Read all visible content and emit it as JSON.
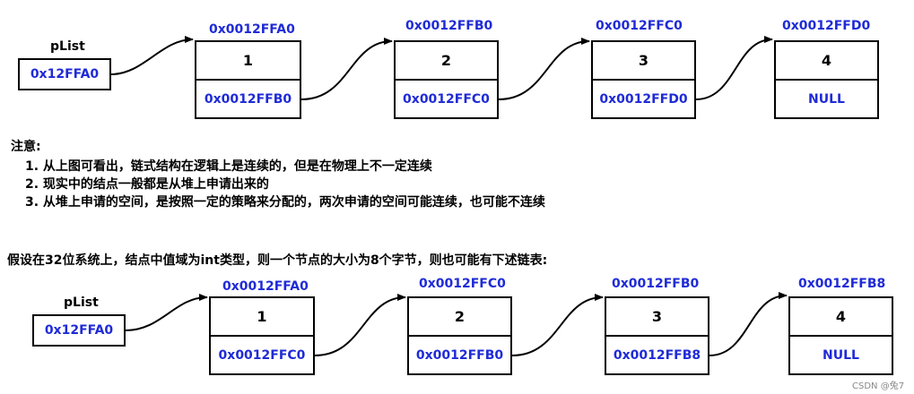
{
  "diagram1": {
    "plist_label": "pList",
    "plist_value": "0x12FFA0",
    "nodes": [
      {
        "addr": "0x0012FFA0",
        "value": "1",
        "next": "0x0012FFB0"
      },
      {
        "addr": "0x0012FFB0",
        "value": "2",
        "next": "0x0012FFC0"
      },
      {
        "addr": "0x0012FFC0",
        "value": "3",
        "next": "0x0012FFD0"
      },
      {
        "addr": "0x0012FFD0",
        "value": "4",
        "next": "NULL"
      }
    ]
  },
  "notes": {
    "title": "注意:",
    "lines": [
      "1. 从上图可看出，链式结构在逻辑上是连续的，但是在物理上不一定连续",
      "2. 现实中的结点一般都是从堆上申请出来的",
      "3. 从堆上申请的空间，是按照一定的策略来分配的，两次申请的空间可能连续，也可能不连续"
    ]
  },
  "assumption": "假设在32位系统上，结点中值域为int类型，则一个节点的大小为8个字节，则也可能有下述链表:",
  "diagram2": {
    "plist_label": "pList",
    "plist_value": "0x12FFA0",
    "nodes": [
      {
        "addr": "0x0012FFA0",
        "value": "1",
        "next": "0x0012FFC0"
      },
      {
        "addr": "0x0012FFC0",
        "value": "2",
        "next": "0x0012FFB0"
      },
      {
        "addr": "0x0012FFB0",
        "value": "3",
        "next": "0x0012FFB8"
      },
      {
        "addr": "0x0012FFB8",
        "value": "4",
        "next": "NULL"
      }
    ]
  },
  "watermark": "CSDN @兔7",
  "colors": {
    "address": "#1f2bd6",
    "border": "#000000"
  }
}
